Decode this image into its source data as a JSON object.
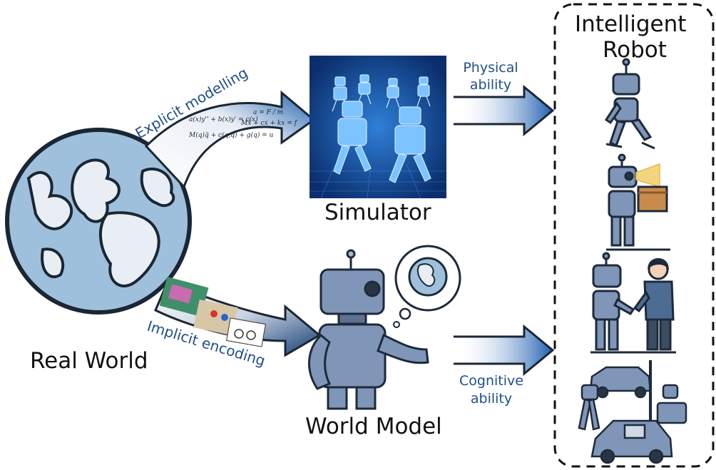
{
  "labels": {
    "real_world": "Real World",
    "simulator": "Simulator",
    "world_model": "World Model",
    "intelligent_robot_line1": "Intelligent",
    "intelligent_robot_line2": "Robot",
    "explicit": "Explicit modelling",
    "implicit": "Implicit encoding",
    "physical_line1": "Physical",
    "physical_line2": "ability",
    "cognitive_line1": "Cognitive",
    "cognitive_line2": "ability"
  },
  "formulas": {
    "f1": "a(x)y'' + b(x)y' = c(x)",
    "f2": "M(q)q̈ + c(q,q̇) + g(q) = u",
    "f3": "Mẍ + cẋ + kx = f",
    "f4": "a = F / m"
  },
  "colors": {
    "robot_blue": "#7f96b8",
    "dark_outline": "#1d2a3a",
    "arrow_blue": "#1e5fb0",
    "text_blue": "#1f4f8a",
    "sim_bg": "#0f3f8f"
  }
}
